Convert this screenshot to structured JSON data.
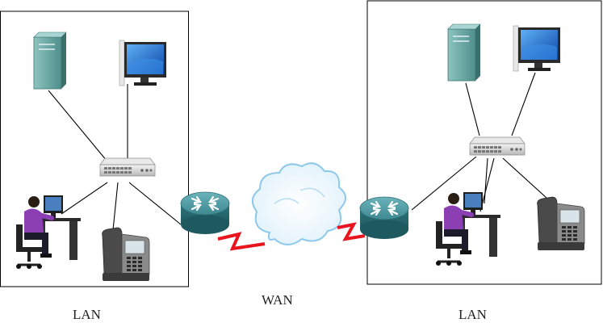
{
  "labels": {
    "left_lan": "LAN",
    "wan": "WAN",
    "right_lan": "LAN"
  },
  "colors": {
    "wan_link": "#e8141e",
    "router": "#3d8a93",
    "server": "#6aa6a3",
    "cloud_stroke": "#8ec8ea",
    "monitor_screen": "#1a63c6",
    "shirt": "#8b3fb3"
  },
  "icons": [
    "server-icon",
    "monitor-icon",
    "switch-icon",
    "user-workstation-icon",
    "ip-phone-icon",
    "router-icon",
    "cloud-icon"
  ]
}
